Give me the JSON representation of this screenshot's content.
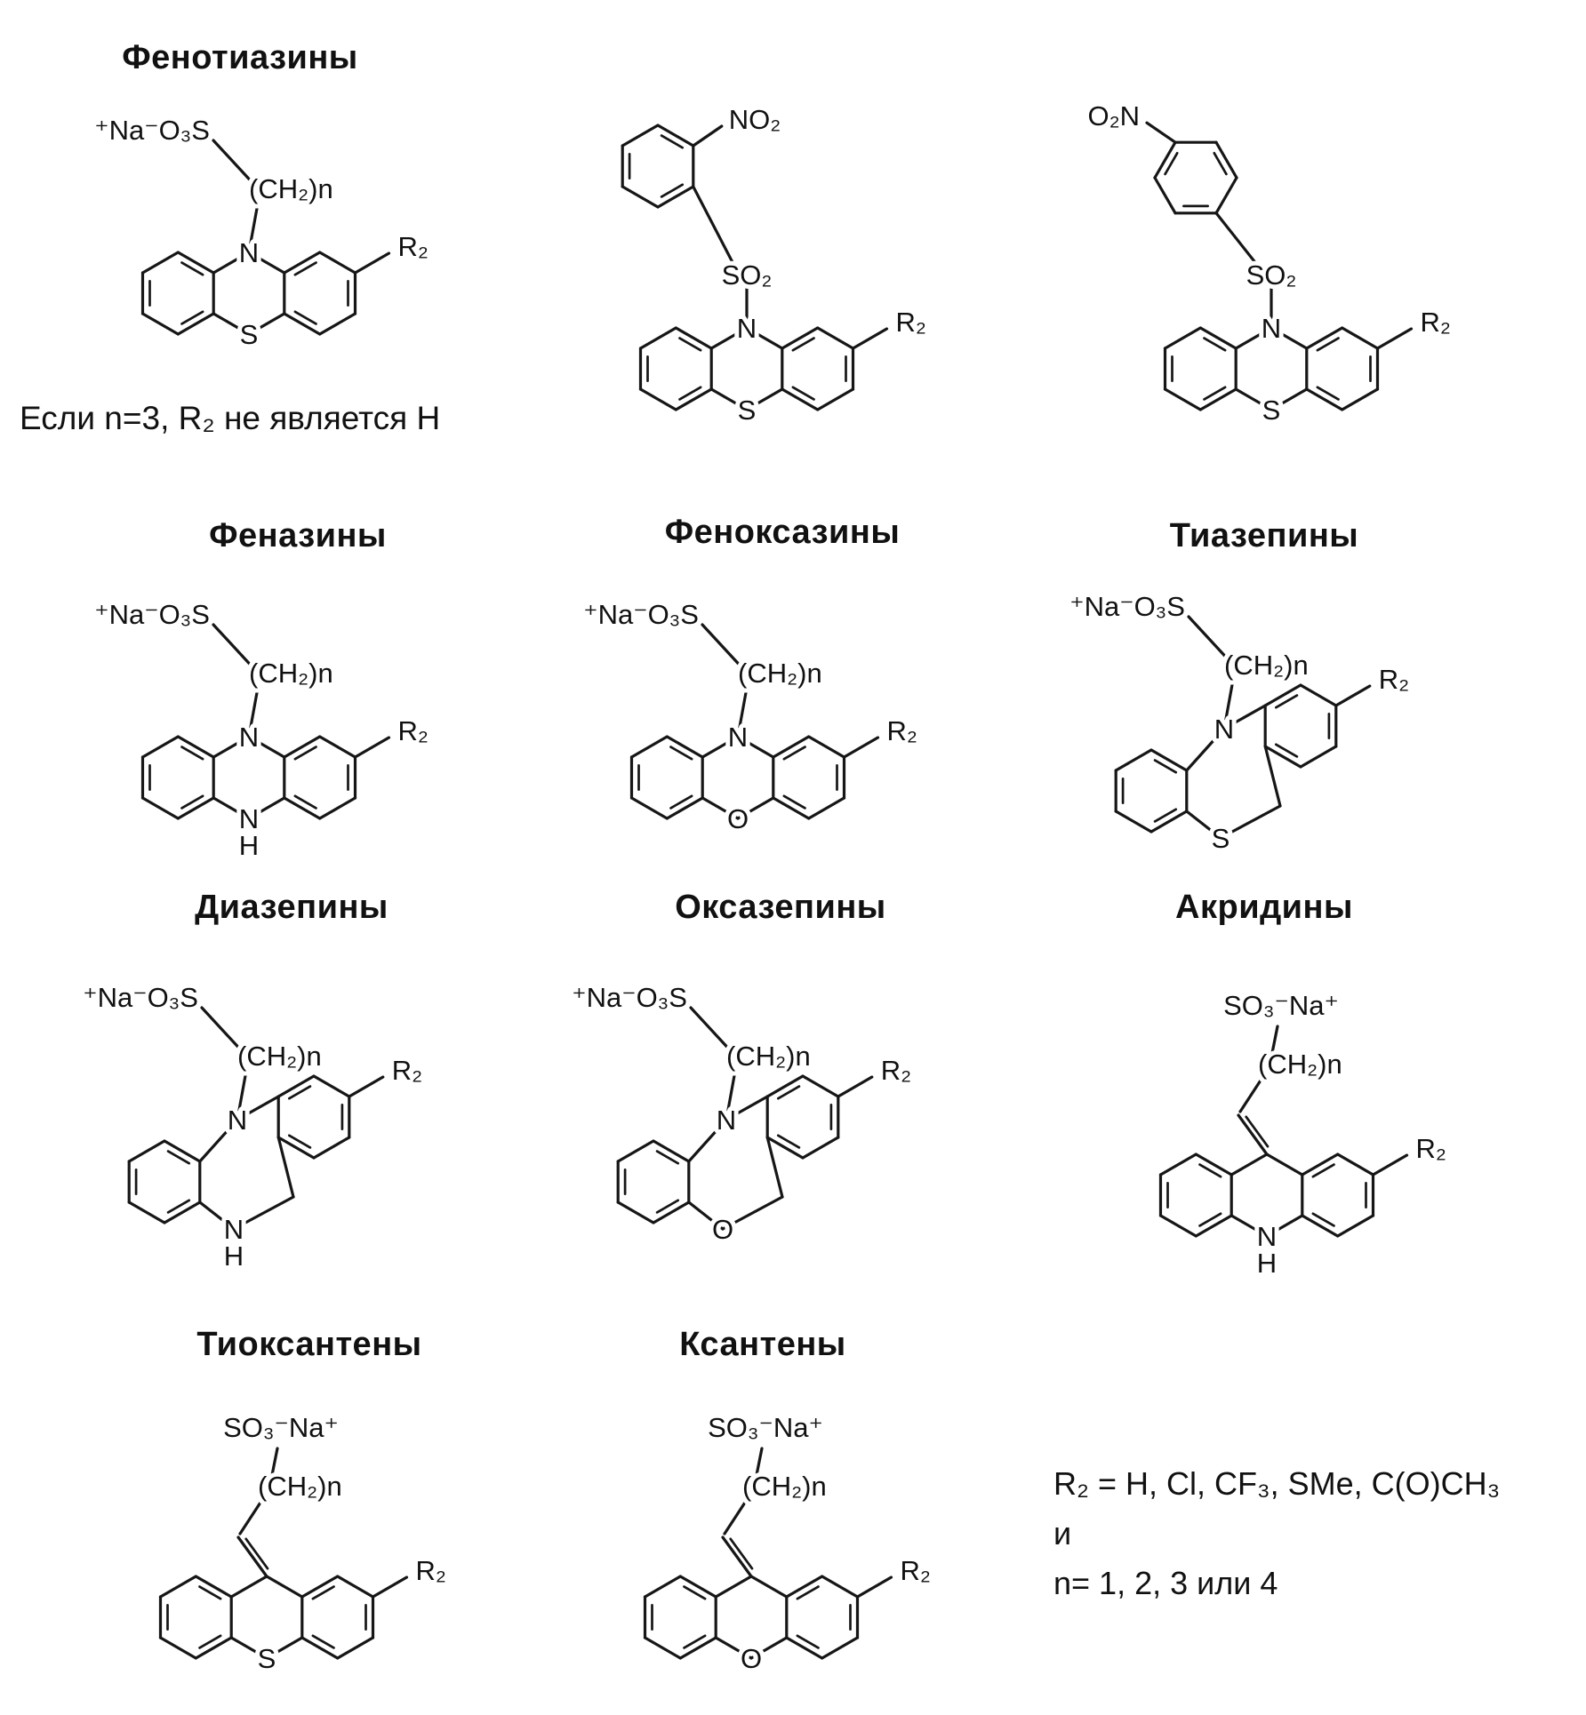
{
  "page": {
    "background": "#ffffff",
    "ink": "#161616"
  },
  "headings": {
    "phenothiazines": "Фенотиазины",
    "phenazines": "Феназины",
    "phenoxazines": "Феноксазины",
    "thiazepines": "Тиазепины",
    "diazepines": "Диазепины",
    "oxazepines": "Оксазепины",
    "acridines": "Акридины",
    "thioxanthenes": "Тиоксантены",
    "xanthenes": "Ксантены"
  },
  "captions": {
    "phenothiazine_note": "Если n=3, R₂ не является H"
  },
  "legend": {
    "line1": "R₂ = H, Cl, CF₃, SMe, C(O)CH₃",
    "line2": "и",
    "line3": "n= 1, 2, 3 или 4"
  },
  "atom_labels": {
    "sodium_sulfonate_left": "⁺Na⁻O₃S",
    "sodium_sulfonate_right": "SO₃⁻Na⁺",
    "methylene_chain": "(CH₂)n",
    "sulfonyl": "SO₂",
    "nitro": "NO₂",
    "nitro_reversed": "O₂N",
    "r2": "R₂",
    "nitrogen": "N",
    "sulfur": "S",
    "oxygen": "O",
    "hydrogen": "H"
  }
}
